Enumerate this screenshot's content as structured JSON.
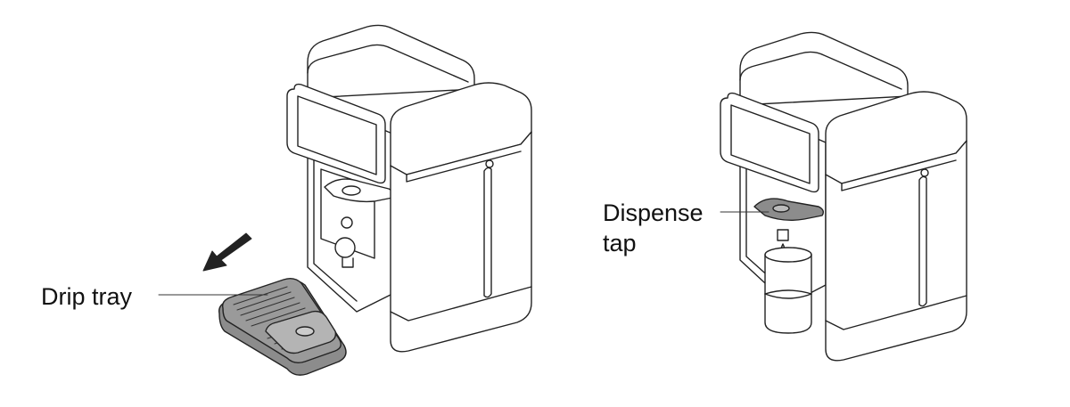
{
  "labels": {
    "drip_tray": "Drip tray",
    "dispense_tap_line1": "Dispense",
    "dispense_tap_line2": "tap"
  },
  "colors": {
    "line": "#222222",
    "part_fill": "#8c8c8c",
    "highlight_fill": "#9a9a9a",
    "water": "#ffffff",
    "background": "#ffffff"
  },
  "icons": {
    "direction_arrow": "arrow-down-left-icon",
    "water_drop": "water-drop-icon"
  }
}
